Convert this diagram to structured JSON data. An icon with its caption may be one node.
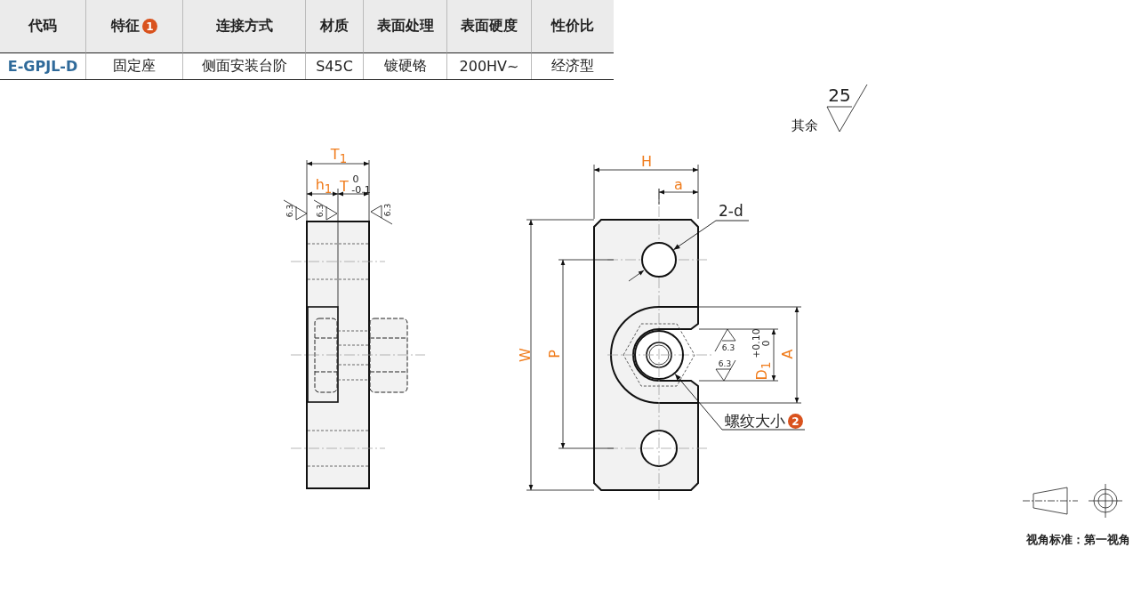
{
  "diagram": {
    "nodes": [
      {
        "text": [
          "1"
        ]
      },
      {
        "text": [
          "2-d"
        ]
      },
      {
        "text": [],
        "shape": "circle"
      },
      {
        "text": [
          "螺纹大小",
          "2"
        ]
      },
      {
        "text": [],
        "shape": "circle"
      }
    ],
    "edges": [
      {
        "from": 1,
        "to": 2,
        "arrow": "to"
      },
      {
        "from": 3,
        "to": 4,
        "arrow": "to"
      }
    ],
    "labels": [
      "代码",
      "特征",
      "连接方式",
      "材质",
      "表面处理",
      "表面硬度",
      "性价比",
      "E-GPJL-D",
      "固定座",
      "侧面安装台阶",
      "S45C",
      "镀硬铬",
      "200HV~",
      "经济型",
      "25",
      "其余",
      "T$_{1}$",
      "h$_{1}$",
      "T",
      "0",
      "-0.1",
      "6.3",
      "6.3",
      "6.3",
      "H",
      "a",
      "W",
      "P",
      "6.3",
      "6.3",
      "D$_{1}$",
      "+0.10",
      "0",
      "A",
      "视角标准：第一视角"
    ]
  }
}
